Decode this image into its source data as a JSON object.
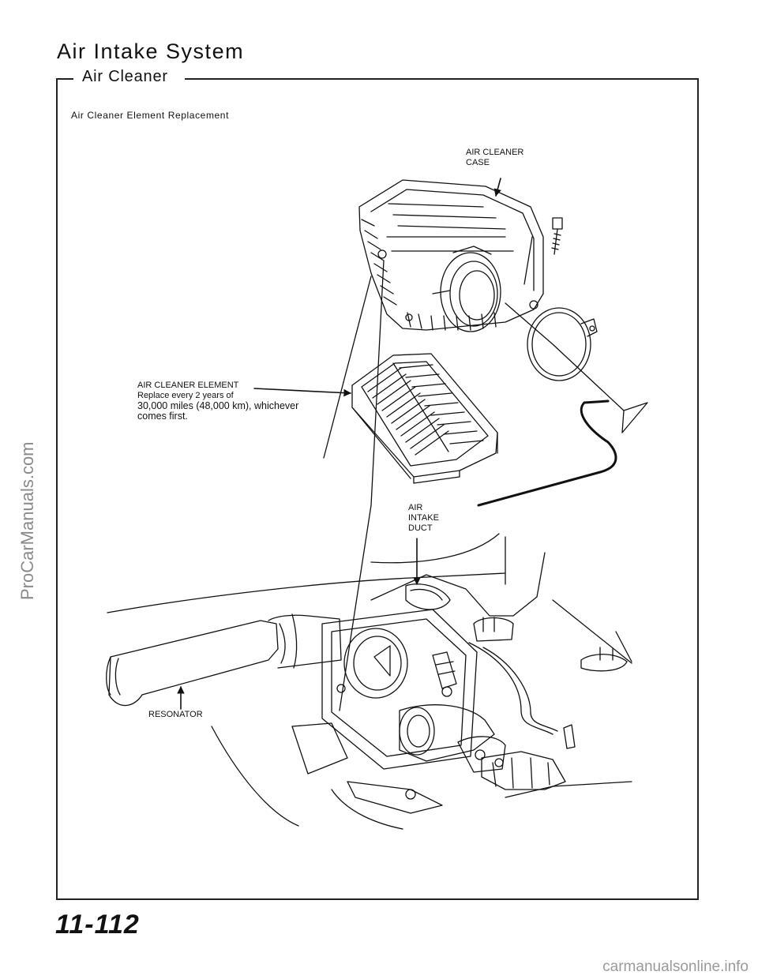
{
  "page": {
    "section_title": "Air Intake System",
    "subsection_title": "Air Cleaner",
    "procedure_title": "Air Cleaner Element Replacement",
    "page_number": "11-112"
  },
  "callouts": {
    "case_line1": "AIR CLEANER",
    "case_line2": "CASE",
    "element_line1": "AIR CLEANER ELEMENT",
    "element_line2": "Replace every 2 years of",
    "element_line3": "30,000 miles (48,000 km), whichever",
    "element_line4": "comes first.",
    "duct_line1": "AIR",
    "duct_line2": "INTAKE",
    "duct_line3": "DUCT",
    "resonator": "RESONATOR"
  },
  "watermarks": {
    "side": "ProCarManuals.com",
    "bottom": "carmanualsonline.info"
  }
}
